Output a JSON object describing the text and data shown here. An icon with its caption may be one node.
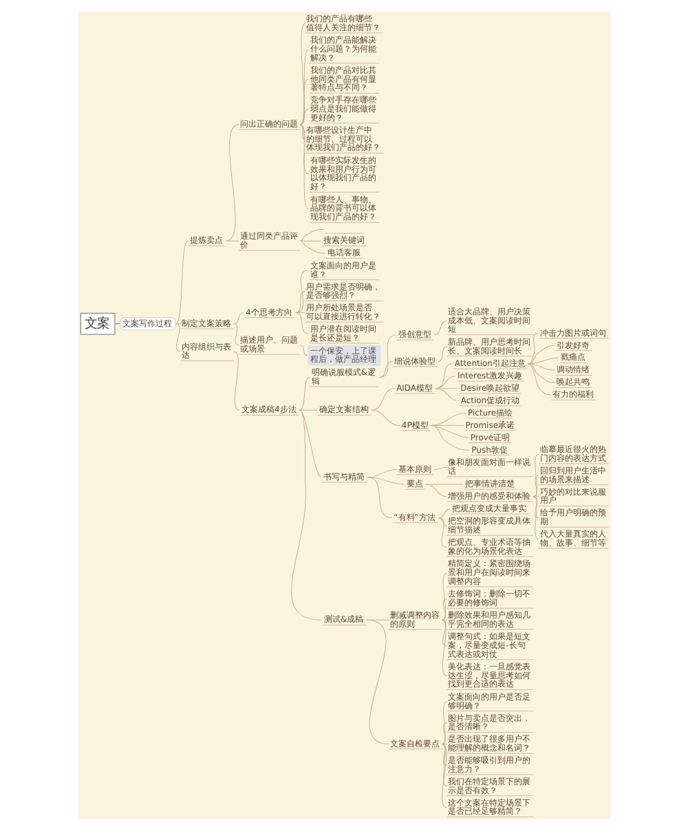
{
  "diagram": {
    "nodes": [
      {
        "text": [
          "文案"
        ]
      },
      {
        "text": [
          "文案写作过程"
        ]
      },
      {
        "text": [
          "提炼卖点"
        ]
      },
      {
        "text": [
          "问出正确的问题"
        ]
      },
      {
        "text": [
          "我们的产品有哪些值得人关注的细节？"
        ]
      },
      {
        "text": [
          "我们的产品能解决什么问题？为何能解决？"
        ]
      },
      {
        "text": [
          "我们的产品对比其他同类产品有何显著特点与不同？"
        ]
      },
      {
        "text": [
          "竞争对手存在哪些弱点是我们能做得更好的？"
        ]
      },
      {
        "text": [
          "有哪些设计生产中的细节、过程可以体现我们产品的好？"
        ]
      },
      {
        "text": [
          "有哪些实际发生的效果和用户行为可以体现我们产品的好？"
        ]
      },
      {
        "text": [
          "有哪些人、事物、品牌的背书可以体现我们产品的好？"
        ]
      },
      {
        "text": [
          "通过同类产品评价"
        ]
      },
      {
        "text": [],
        "shape": "line"
      },
      {
        "text": [
          "搜索关键词"
        ]
      },
      {
        "text": [
          "电话客服"
        ]
      },
      {
        "text": [
          "制定文案策略"
        ]
      },
      {
        "text": [
          "4个思考方向"
        ]
      },
      {
        "text": [
          "文案面向的用户是谁？"
        ]
      },
      {
        "text": [
          "用户需求是否明确，是否够强烈？"
        ]
      },
      {
        "text": [
          "用户所处场景是否可以直接进行转化？"
        ]
      },
      {
        "text": [
          "用户潜在阅读时间是长还是短？"
        ]
      },
      {
        "text": [
          "描述用户、问题或场景"
        ]
      },
      {
        "text": [
          "一个保安，上了课程后，做产品经理"
        ]
      },
      {
        "text": [
          "内容组织与表达"
        ]
      },
      {
        "text": [
          "文案成稿4步法"
        ]
      },
      {
        "text": [
          "明确说服模式&逻辑"
        ]
      },
      {
        "text": [
          "强创意型"
        ]
      },
      {
        "text": [
          "适合大品牌、用户决策成本低、文案阅读时间短"
        ]
      },
      {
        "text": [
          "细说体验型"
        ]
      },
      {
        "text": [
          "新品牌、用户思考时间长、文案阅读时间长"
        ]
      },
      {
        "text": [
          "确定文案结构"
        ]
      },
      {
        "text": [
          "AIDA模型"
        ]
      },
      {
        "text": [
          "Attention引起注意"
        ]
      },
      {
        "text": [
          "冲击力图片或词句"
        ]
      },
      {
        "text": [
          "引发好奇"
        ]
      },
      {
        "text": [
          "戳痛点"
        ]
      },
      {
        "text": [
          "调动情绪"
        ]
      },
      {
        "text": [
          "唤起共鸣"
        ]
      },
      {
        "text": [
          "有力的福利"
        ]
      },
      {
        "text": [
          "Interest激发兴趣"
        ]
      },
      {
        "text": [
          "Desire唤起欲望"
        ]
      },
      {
        "text": [
          "Action促成行动"
        ]
      },
      {
        "text": [
          "4P模型"
        ]
      },
      {
        "text": [
          "Picture描绘"
        ]
      },
      {
        "text": [
          "Promise承诺"
        ]
      },
      {
        "text": [
          "Prove证明"
        ]
      },
      {
        "text": [
          "Push敦促"
        ]
      },
      {
        "text": [
          "书写与精简"
        ]
      },
      {
        "text": [
          "基本原则"
        ]
      },
      {
        "text": [
          "像和朋友面对面一样说话"
        ]
      },
      {
        "text": [
          "要点"
        ]
      },
      {
        "text": [
          "把事情讲清楚"
        ]
      },
      {
        "text": [
          "增强用户的感受和体验"
        ]
      },
      {
        "text": [
          "临摹最近很火的热门内容的表达方式"
        ]
      },
      {
        "text": [
          "回归到用户生活中的场景来描述"
        ]
      },
      {
        "text": [
          "巧妙的对比来说服用户"
        ]
      },
      {
        "text": [
          "给予用户明确的预期"
        ]
      },
      {
        "text": [
          "代入大量真实的人物、故事、细节等"
        ]
      },
      {
        "text": [
          "“有料”方法"
        ]
      },
      {
        "text": [
          "把观点变成大量事实"
        ]
      },
      {
        "text": [
          "把空洞的形容变成具体细节描述"
        ]
      },
      {
        "text": [
          "把观点、专业术语等抽象的化为场景化表达"
        ]
      },
      {
        "text": [
          "测试&成稿"
        ]
      },
      {
        "text": [
          "删减调整内容的原则"
        ]
      },
      {
        "text": [
          "精简定义：紧密围绕场景和用户在阅读时间来调整内容"
        ]
      },
      {
        "text": [
          "去修饰词：删除一切不必要的修饰词"
        ]
      },
      {
        "text": [
          "删除效果和用户感知几乎完全相同的表达"
        ]
      },
      {
        "text": [
          "调整句式：如果是短文案，尽量变成短-长句式表达或对仗"
        ]
      },
      {
        "text": [
          "美化表达：一旦感觉表达生涩，尽量思考如何找到更合适的表达"
        ]
      },
      {
        "text": [
          "文案自检要点"
        ]
      },
      {
        "text": [
          "文案面向的用户是否足够明确？"
        ]
      },
      {
        "text": [
          "图片与卖点是否突出，是否清晰？"
        ]
      },
      {
        "text": [
          "是否出现了很多用户不能理解的概念和名词？"
        ]
      },
      {
        "text": [
          "是否能够吸引到用户的注意力？"
        ]
      },
      {
        "text": [
          "我们在特定场景下的展示是否有效？"
        ]
      },
      {
        "text": [
          "这个文案在特定场景下是否已经足够精简？"
        ]
      }
    ],
    "edges": [
      {
        "from": 0,
        "to": 1,
        "arrow": "none",
        "color": "#7a7a7a"
      },
      {
        "from": 1,
        "to": 2,
        "arrow": "none"
      },
      {
        "from": 2,
        "to": 3,
        "arrow": "none"
      },
      {
        "from": 3,
        "to": 4,
        "arrow": "none"
      },
      {
        "from": 3,
        "to": 5,
        "arrow": "none"
      },
      {
        "from": 3,
        "to": 6,
        "arrow": "none"
      },
      {
        "from": 3,
        "to": 7,
        "arrow": "none"
      },
      {
        "from": 3,
        "to": 8,
        "arrow": "none"
      },
      {
        "from": 3,
        "to": 9,
        "arrow": "none"
      },
      {
        "from": 3,
        "to": 10,
        "arrow": "none"
      },
      {
        "from": 2,
        "to": 11,
        "arrow": "none"
      },
      {
        "from": 11,
        "to": 12,
        "arrow": "none"
      },
      {
        "from": 11,
        "to": 13,
        "arrow": "none"
      },
      {
        "from": 11,
        "to": 14,
        "arrow": "none"
      },
      {
        "from": 1,
        "to": 15,
        "arrow": "none"
      },
      {
        "from": 15,
        "to": 16,
        "arrow": "none"
      },
      {
        "from": 16,
        "to": 17,
        "arrow": "none"
      },
      {
        "from": 16,
        "to": 18,
        "arrow": "none"
      },
      {
        "from": 16,
        "to": 19,
        "arrow": "none"
      },
      {
        "from": 16,
        "to": 20,
        "arrow": "none"
      },
      {
        "from": 15,
        "to": 21,
        "arrow": "none"
      },
      {
        "from": 21,
        "to": 22,
        "arrow": "none"
      },
      {
        "from": 1,
        "to": 23,
        "arrow": "none"
      },
      {
        "from": 23,
        "to": 24,
        "arrow": "none"
      },
      {
        "from": 24,
        "to": 25,
        "arrow": "none"
      },
      {
        "from": 25,
        "to": 26,
        "arrow": "none"
      },
      {
        "from": 26,
        "to": 27,
        "arrow": "none"
      },
      {
        "from": 25,
        "to": 28,
        "arrow": "none"
      },
      {
        "from": 28,
        "to": 29,
        "arrow": "none"
      },
      {
        "from": 24,
        "to": 30,
        "arrow": "none"
      },
      {
        "from": 30,
        "to": 31,
        "arrow": "none"
      },
      {
        "from": 31,
        "to": 32,
        "arrow": "none"
      },
      {
        "from": 32,
        "to": 33,
        "arrow": "none"
      },
      {
        "from": 32,
        "to": 34,
        "arrow": "none"
      },
      {
        "from": 32,
        "to": 35,
        "arrow": "none"
      },
      {
        "from": 32,
        "to": 36,
        "arrow": "none"
      },
      {
        "from": 32,
        "to": 37,
        "arrow": "none"
      },
      {
        "from": 32,
        "to": 38,
        "arrow": "none"
      },
      {
        "from": 31,
        "to": 39,
        "arrow": "none"
      },
      {
        "from": 31,
        "to": 40,
        "arrow": "none"
      },
      {
        "from": 31,
        "to": 41,
        "arrow": "none"
      },
      {
        "from": 30,
        "to": 42,
        "arrow": "none"
      },
      {
        "from": 42,
        "to": 43,
        "arrow": "none"
      },
      {
        "from": 42,
        "to": 44,
        "arrow": "none"
      },
      {
        "from": 42,
        "to": 45,
        "arrow": "none"
      },
      {
        "from": 42,
        "to": 46,
        "arrow": "none"
      },
      {
        "from": 24,
        "to": 47,
        "arrow": "none"
      },
      {
        "from": 47,
        "to": 48,
        "arrow": "none"
      },
      {
        "from": 48,
        "to": 49,
        "arrow": "none"
      },
      {
        "from": 47,
        "to": 50,
        "arrow": "none"
      },
      {
        "from": 50,
        "to": 51,
        "arrow": "none"
      },
      {
        "from": 50,
        "to": 52,
        "arrow": "none"
      },
      {
        "from": 52,
        "to": 53,
        "arrow": "none"
      },
      {
        "from": 52,
        "to": 54,
        "arrow": "none"
      },
      {
        "from": 52,
        "to": 55,
        "arrow": "none"
      },
      {
        "from": 52,
        "to": 56,
        "arrow": "none"
      },
      {
        "from": 52,
        "to": 57,
        "arrow": "none"
      },
      {
        "from": 47,
        "to": 58,
        "arrow": "none"
      },
      {
        "from": 58,
        "to": 59,
        "arrow": "none"
      },
      {
        "from": 58,
        "to": 60,
        "arrow": "none"
      },
      {
        "from": 58,
        "to": 61,
        "arrow": "none"
      },
      {
        "from": 24,
        "to": 62,
        "arrow": "none"
      },
      {
        "from": 62,
        "to": 63,
        "arrow": "none"
      },
      {
        "from": 63,
        "to": 64,
        "arrow": "none"
      },
      {
        "from": 63,
        "to": 65,
        "arrow": "none"
      },
      {
        "from": 63,
        "to": 66,
        "arrow": "none"
      },
      {
        "from": 63,
        "to": 67,
        "arrow": "none"
      },
      {
        "from": 63,
        "to": 68,
        "arrow": "none"
      },
      {
        "from": 62,
        "to": 69,
        "arrow": "none"
      },
      {
        "from": 69,
        "to": 70,
        "arrow": "none"
      },
      {
        "from": 69,
        "to": 71,
        "arrow": "none"
      },
      {
        "from": 69,
        "to": 72,
        "arrow": "none"
      },
      {
        "from": 69,
        "to": 73,
        "arrow": "none"
      },
      {
        "from": 69,
        "to": 74,
        "arrow": "none"
      },
      {
        "from": 69,
        "to": 75,
        "arrow": "none"
      }
    ]
  }
}
